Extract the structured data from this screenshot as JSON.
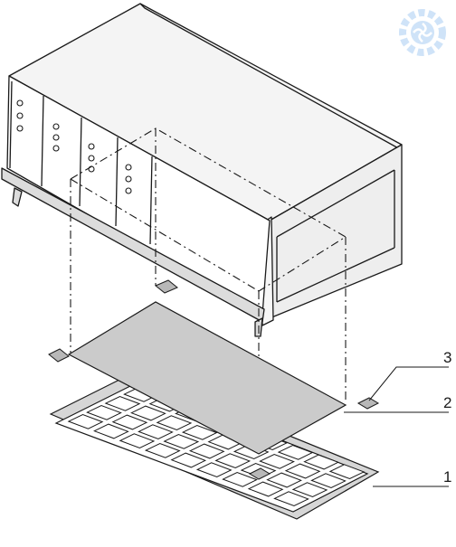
{
  "diagram": {
    "callouts": [
      {
        "number": "3",
        "part": "foot-pad"
      },
      {
        "number": "2",
        "part": "insulation-sheet"
      },
      {
        "number": "1",
        "part": "base-grille"
      }
    ]
  },
  "logo": {
    "icon": "fan-gear-icon",
    "color": "#cfe3f8"
  },
  "colors": {
    "line": "#1a1a1a",
    "sheet": "#cbcbcb",
    "grille_frame": "#d6d6d6",
    "pad": "#b8b8b8",
    "case_top": "#f4f4f4",
    "case_side": "#eeeeee"
  }
}
